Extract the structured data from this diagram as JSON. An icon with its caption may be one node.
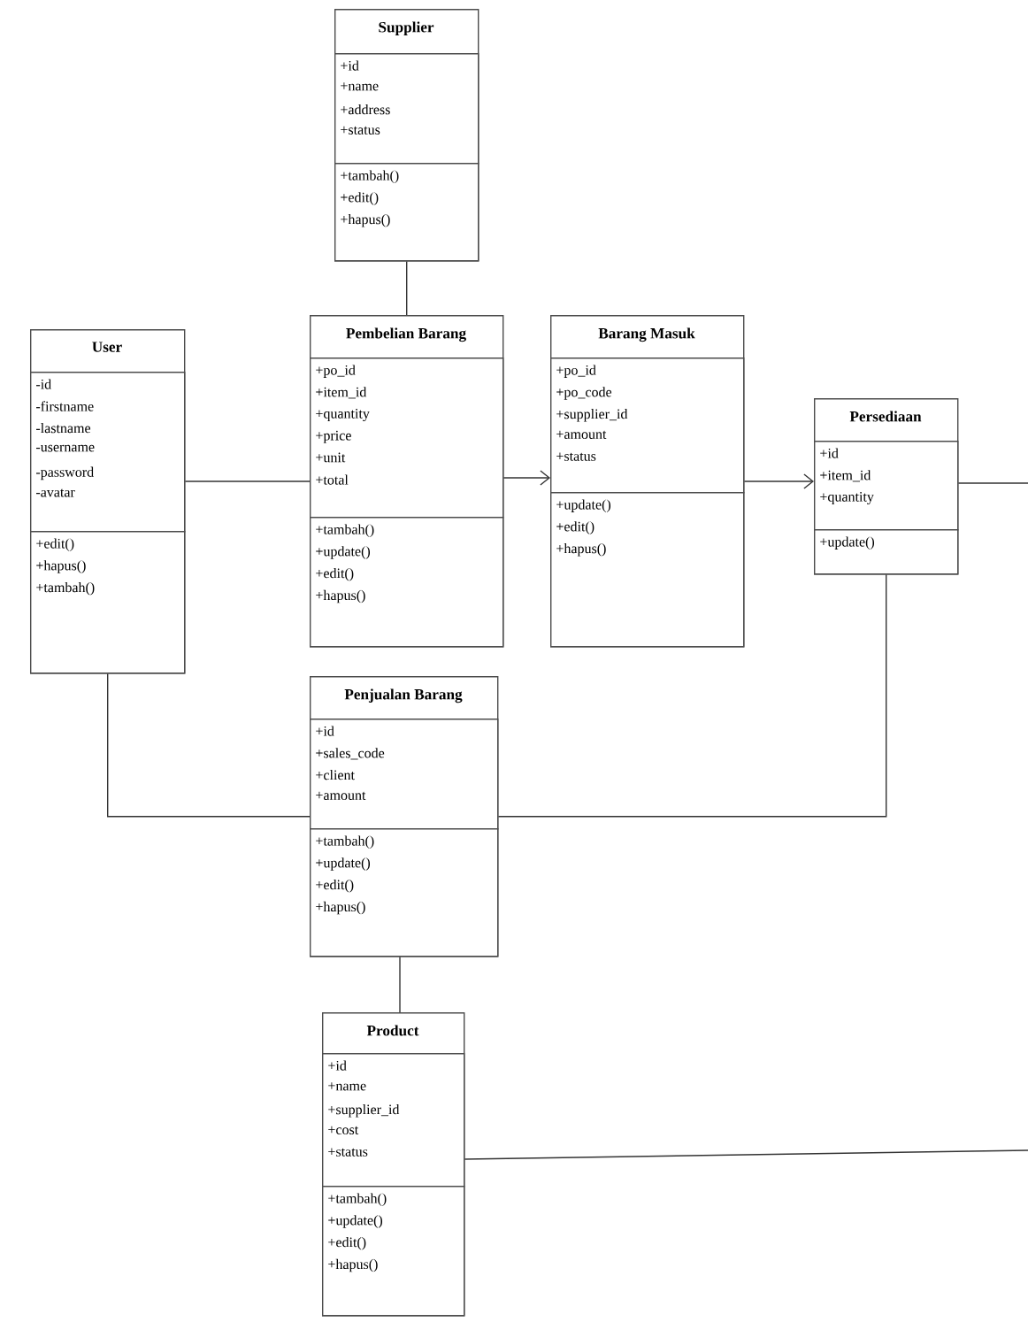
{
  "diagram": {
    "nodes": [
      {
        "text": [
          "Supplier"
        ]
      },
      {
        "text": [
          "+id",
          "+name",
          "+address",
          "+status"
        ],
        "in": 0
      },
      {
        "text": [
          "+tambah()",
          "+edit()",
          "+hapus()"
        ],
        "in": 0
      },
      {
        "text": [
          "User"
        ]
      },
      {
        "text": [
          "-id",
          "-firstname",
          "-lastname",
          "-username",
          "-password",
          "-avatar"
        ],
        "in": 3
      },
      {
        "text": [
          "+edit()",
          "+hapus()",
          "+tambah()"
        ],
        "in": 3
      },
      {
        "text": [
          "Pembelian Barang"
        ]
      },
      {
        "text": [
          "+po_id",
          "+item_id",
          "+quantity",
          "+price",
          "+unit",
          "+total"
        ],
        "in": 6
      },
      {
        "text": [
          "+tambah()",
          "+update()",
          "+edit()",
          "+hapus()"
        ],
        "in": 6
      },
      {
        "text": [
          "Barang Masuk"
        ]
      },
      {
        "text": [
          "+po_id",
          "+po_code",
          "+supplier_id",
          "+amount",
          "+status"
        ],
        "in": 9
      },
      {
        "text": [
          "+update()",
          "+edit()",
          "+hapus()"
        ],
        "in": 9
      },
      {
        "text": [
          "Persediaan"
        ]
      },
      {
        "text": [
          "+id",
          "+item_id",
          "+quantity"
        ],
        "in": 12
      },
      {
        "text": [
          "+update()"
        ],
        "in": 12
      },
      {
        "text": [
          "Penjualan Barang"
        ]
      },
      {
        "text": [
          "+id",
          "+sales_code",
          "+client",
          "+amount"
        ],
        "in": 15
      },
      {
        "text": [
          "+tambah()",
          "+update()",
          "+edit()",
          "+hapus()"
        ],
        "in": 15
      },
      {
        "text": [
          "Product"
        ]
      },
      {
        "text": [
          "+id",
          "+name",
          "+supplier_id",
          "+cost",
          "+status"
        ],
        "in": 18
      },
      {
        "text": [
          "+tambah()",
          "+update()",
          "+edit()",
          "+hapus()"
        ],
        "in": 18
      }
    ],
    "edges": [
      {
        "from": 0,
        "to": 6,
        "arrow": "none"
      },
      {
        "from": 3,
        "to": 6,
        "arrow": "none"
      },
      {
        "from": 6,
        "to": 9,
        "arrow": "to"
      },
      {
        "from": 9,
        "to": 12,
        "arrow": "to"
      },
      {
        "from": 3,
        "to": 15,
        "arrow": "none"
      },
      {
        "from": 15,
        "to": 12,
        "arrow": "none"
      },
      {
        "from": 15,
        "to": 18,
        "arrow": "none"
      },
      {
        "from": 12,
        "to": null,
        "arrow": "none"
      },
      {
        "from": 18,
        "to": null,
        "arrow": "none"
      }
    ]
  }
}
